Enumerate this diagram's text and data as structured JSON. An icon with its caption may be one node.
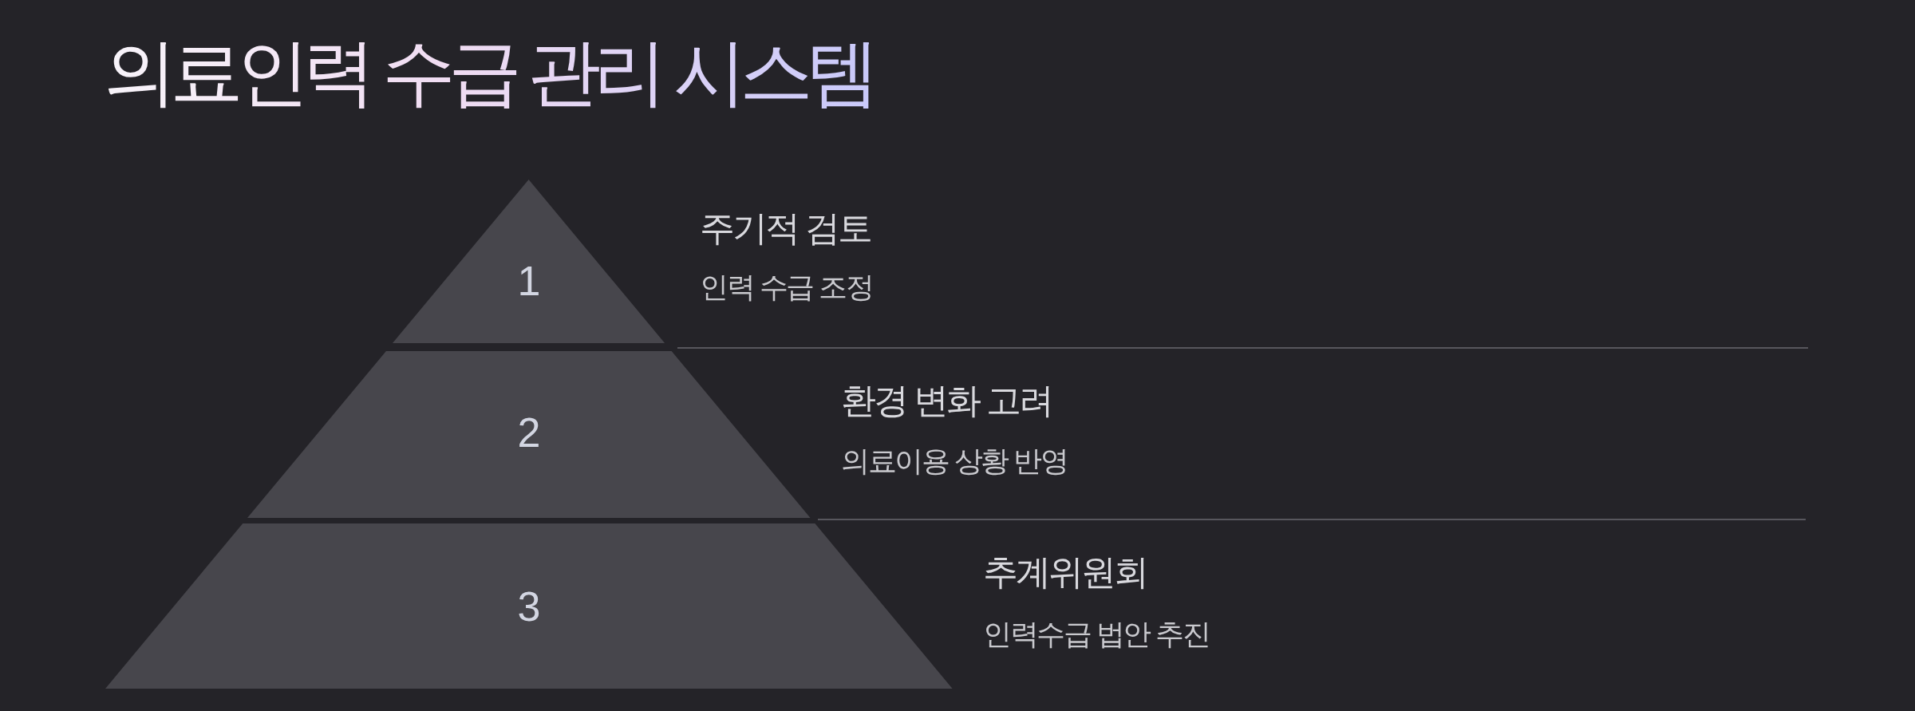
{
  "diagram": {
    "title": "의료인력 수급 관리 시스템",
    "nodes": [
      {
        "text": [
          "1"
        ],
        "beside": [
          "주기적 검토",
          "인력 수급 조정"
        ]
      },
      {
        "text": [
          "2"
        ],
        "beside": [
          "환경 변화 고려",
          "의료이용 상황 반영"
        ]
      },
      {
        "text": [
          "3"
        ],
        "beside": [
          "추계위원회",
          "인력수급 법안 추진"
        ]
      }
    ]
  }
}
